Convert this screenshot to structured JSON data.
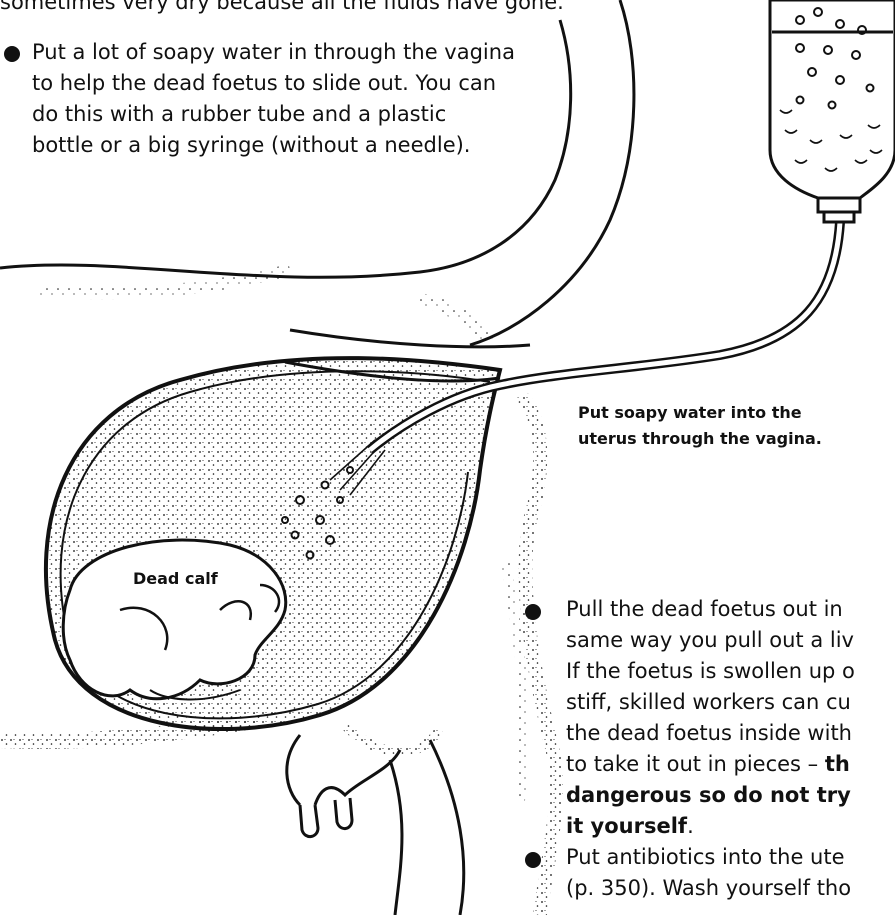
{
  "top_line": "sometimes very dry because all the fluids have gone.",
  "bullet1": {
    "lines": [
      "Put a lot of soapy water in through the vagina",
      "to help the dead foetus to slide out. You can",
      "do this with a rubber tube and a plastic",
      "bottle or a big syringe (without a needle)."
    ]
  },
  "labels": {
    "soapy_line1": "Put soapy water into the",
    "soapy_line2": "uterus through the vagina.",
    "dead_calf": "Dead calf"
  },
  "bullet2": {
    "lines": [
      "Pull the dead foetus out in",
      "same way you pull out a liv",
      "If the foetus is swollen up o",
      "stiff, skilled workers can cu",
      "the dead foetus inside with",
      "to take it out in pieces – "
    ],
    "bold_1": "th",
    "bold_2": "dangerous so do not try",
    "bold_3": "it yourself",
    "period": "."
  },
  "bullet3": {
    "lines": [
      "Put antibiotics into the ute",
      "(p. 350). Wash yourself tho"
    ]
  },
  "icons": [
    "bullet-dot",
    "bottle-illustration",
    "cow-uterus-illustration"
  ]
}
